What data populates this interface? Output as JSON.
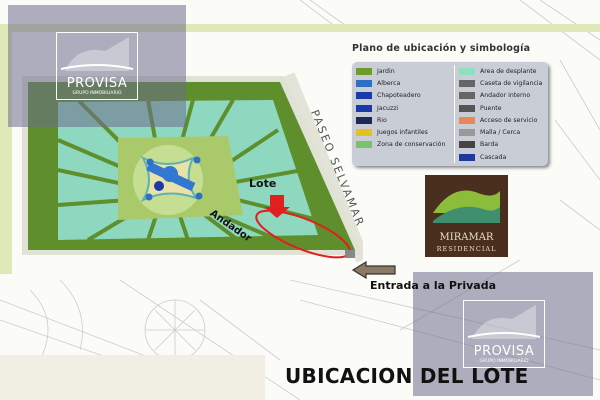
{
  "legend": {
    "title": "Plano de ubicación y simbología",
    "left": [
      {
        "label": "Jardin",
        "color": "#6f9a2c"
      },
      {
        "label": "Alberca",
        "color": "#2f6fc4"
      },
      {
        "label": "Chapoteadero",
        "color": "#1a3aa8"
      },
      {
        "label": "Jacuzzi",
        "color": "#1a3aa8"
      },
      {
        "label": "Rio",
        "color": "#1b2a55"
      },
      {
        "label": "Juegos infantiles",
        "color": "#e3c21d"
      },
      {
        "label": "Zona de conservación",
        "color": "#7cc26a"
      }
    ],
    "right": [
      {
        "label": "Area de desplante",
        "color": "#8fe0c0"
      },
      {
        "label": "Caseta de vigilancia",
        "color": "#666666"
      },
      {
        "label": "Andador interno",
        "color": "#666666"
      },
      {
        "label": "Puente",
        "color": "#555555"
      },
      {
        "label": "Acceso de servicio",
        "color": "#e8875a"
      },
      {
        "label": "Malla / Cerca",
        "color": "#999999"
      },
      {
        "label": "Barda",
        "color": "#444444"
      },
      {
        "label": "Cascada",
        "color": "#1e3a9c"
      }
    ]
  },
  "map": {
    "street": "PASEO SELVAMAR",
    "lot_label": "Lote",
    "path_label": "Andador"
  },
  "brand": {
    "development": "MIRAMAR",
    "development_sub": "RESIDENCIAL",
    "company": "PROVISA",
    "company_sub": "GRUPO INMOBILIARIO"
  },
  "entrance_label": "Entrada a la Privada",
  "page_title": "UBICACION DEL LOTE",
  "colors": {
    "highlight": "#e02020",
    "arrow": "#8a7a66",
    "frame": "#dfe9b8"
  }
}
